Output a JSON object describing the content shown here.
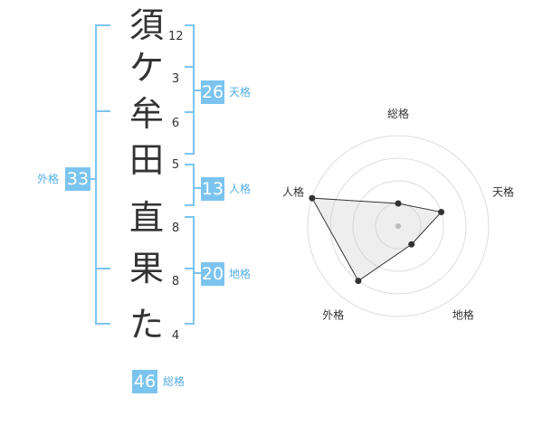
{
  "name_chars": [
    {
      "char": "須",
      "strokes": "12"
    },
    {
      "char": "ケ",
      "strokes": "3"
    },
    {
      "char": "牟",
      "strokes": "6"
    },
    {
      "char": "田",
      "strokes": "5"
    },
    {
      "char": "直",
      "strokes": "8"
    },
    {
      "char": "果",
      "strokes": "8"
    },
    {
      "char": "た",
      "strokes": "4"
    }
  ],
  "fortunes": {
    "tenkaku": {
      "label": "天格",
      "value": "26"
    },
    "jinkaku": {
      "label": "人格",
      "value": "13"
    },
    "chikaku": {
      "label": "地格",
      "value": "20"
    },
    "gaikaku": {
      "label": "外格",
      "value": "33"
    },
    "soukaku": {
      "label": "総格",
      "value": "46"
    }
  },
  "radar": {
    "axes": [
      "総格",
      "天格",
      "地格",
      "外格",
      "人格"
    ],
    "values": [
      1,
      2,
      1,
      3,
      4
    ],
    "max": 4
  },
  "colors": {
    "bracket": "#7cc4f0",
    "badge": "#7cc4f0",
    "label": "#54aee6",
    "text": "#333333"
  }
}
